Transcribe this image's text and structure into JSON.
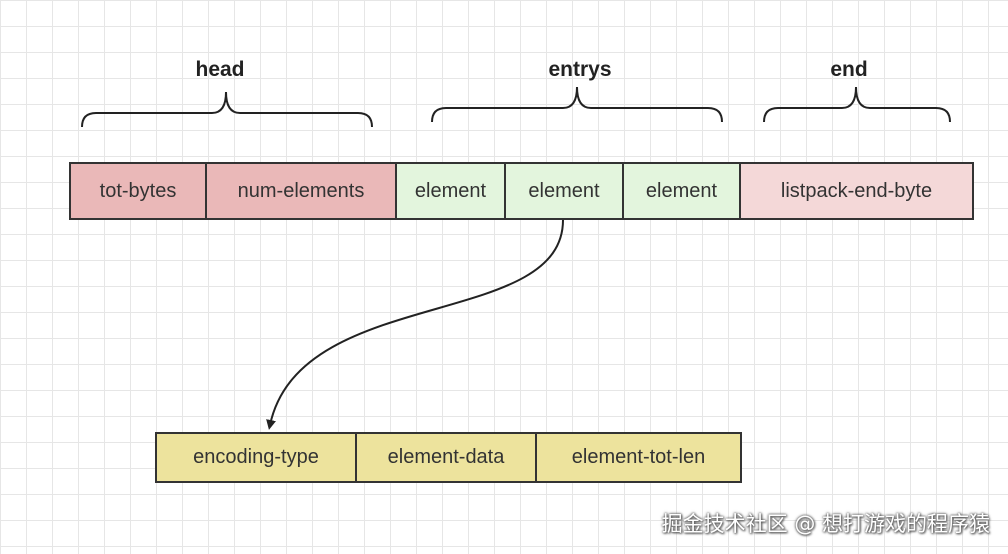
{
  "groups": {
    "head": "head",
    "entries": "entrys",
    "end": "end"
  },
  "main_row": {
    "cells": [
      "tot-bytes",
      "num-elements",
      "element",
      "element",
      "element",
      "listpack-end-byte"
    ]
  },
  "detail_row": {
    "cells": [
      "encoding-type",
      "element-data",
      "element-tot-len"
    ]
  },
  "watermark": "掘金技术社区 @ 想打游戏的程序猿",
  "colors": {
    "head_fill": "#eab8b8",
    "entry_fill": "#e3f5dd",
    "end_fill": "#f4d8d8",
    "detail_fill": "#ede39d",
    "stroke": "#333333"
  }
}
